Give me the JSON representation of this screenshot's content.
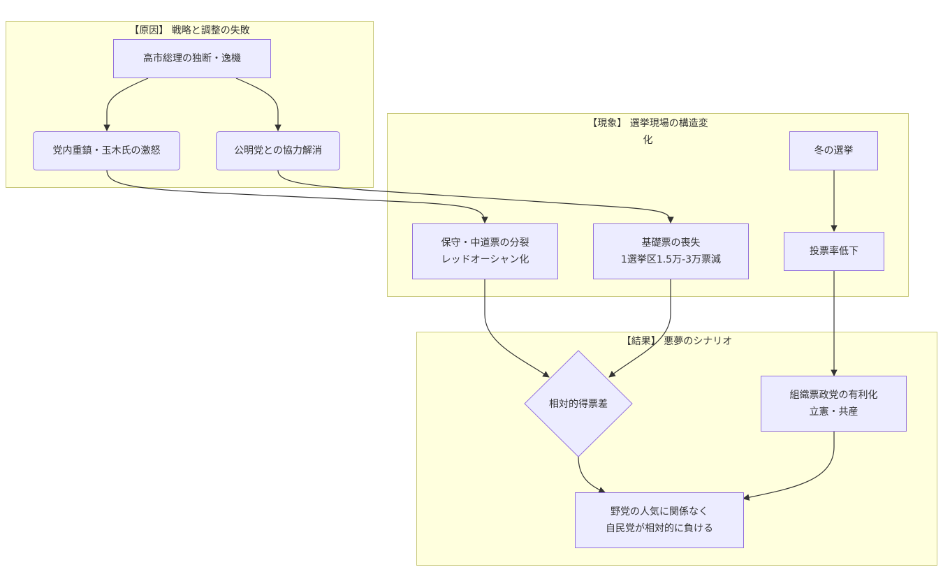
{
  "clusters": {
    "cause": {
      "title": "【原因】 戦略と調整の失敗"
    },
    "phenomenon": {
      "title": "【現象】 選挙現場の構造変\n化"
    },
    "result": {
      "title": "【結果】 悪夢のシナリオ"
    }
  },
  "nodes": {
    "takaichi": "高市総理の独断・逸機",
    "anger": "党内重鎮・玉木氏の激怒",
    "komeito": "公明党との協力解消",
    "split": "保守・中道票の分裂\nレッドオーシャン化",
    "base_loss": "基礎票の喪失\n1選挙区1.5万-3万票減",
    "winter": "冬の選挙",
    "turnout": "投票率低下",
    "relative_diff": "相対的得票差",
    "org_vote": "組織票政党の有利化\n立憲・共産",
    "outcome": "野党の人気に関係なく\n自民党が相対的に負ける"
  },
  "colors": {
    "cluster_fill": "#ffffde",
    "cluster_border": "#c8c87a",
    "node_fill": "#ececff",
    "node_border": "#9370db",
    "edge": "#333333"
  }
}
